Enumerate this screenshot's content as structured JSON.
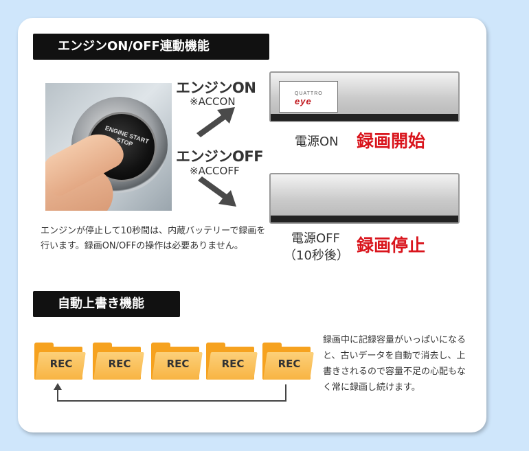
{
  "section1": {
    "title": "エンジンON/OFF連動機能",
    "engine_on": {
      "label": "エンジンON",
      "sub": "※ACCON"
    },
    "engine_off": {
      "label": "エンジンOFF",
      "sub": "※ACCOFF"
    },
    "button_text": "ENGINE START STOP",
    "mirror_brand": "QUATTRO",
    "mirror_brand_mark": "eye",
    "on_state": {
      "power": "電源ON",
      "action": "録画開始"
    },
    "off_state": {
      "power": "電源OFF",
      "delay": "（10秒後）",
      "action": "録画停止"
    },
    "description": "エンジンが停止して10秒間は、内蔵バッテリーで録画を行います。録画ON/OFFの操作は必要ありません。"
  },
  "section2": {
    "title": "自動上書き機能",
    "folders": [
      "REC",
      "REC",
      "REC",
      "REC",
      "REC"
    ],
    "description": "録画中に記録容量がいっぱいになると、古いデータを自動で消去し、上書きされるので容量不足の心配もなく常に録画し続けます。"
  },
  "colors": {
    "accent_red": "#d9141c",
    "folder_orange": "#f6a21f",
    "background": "#cfe6fb"
  }
}
